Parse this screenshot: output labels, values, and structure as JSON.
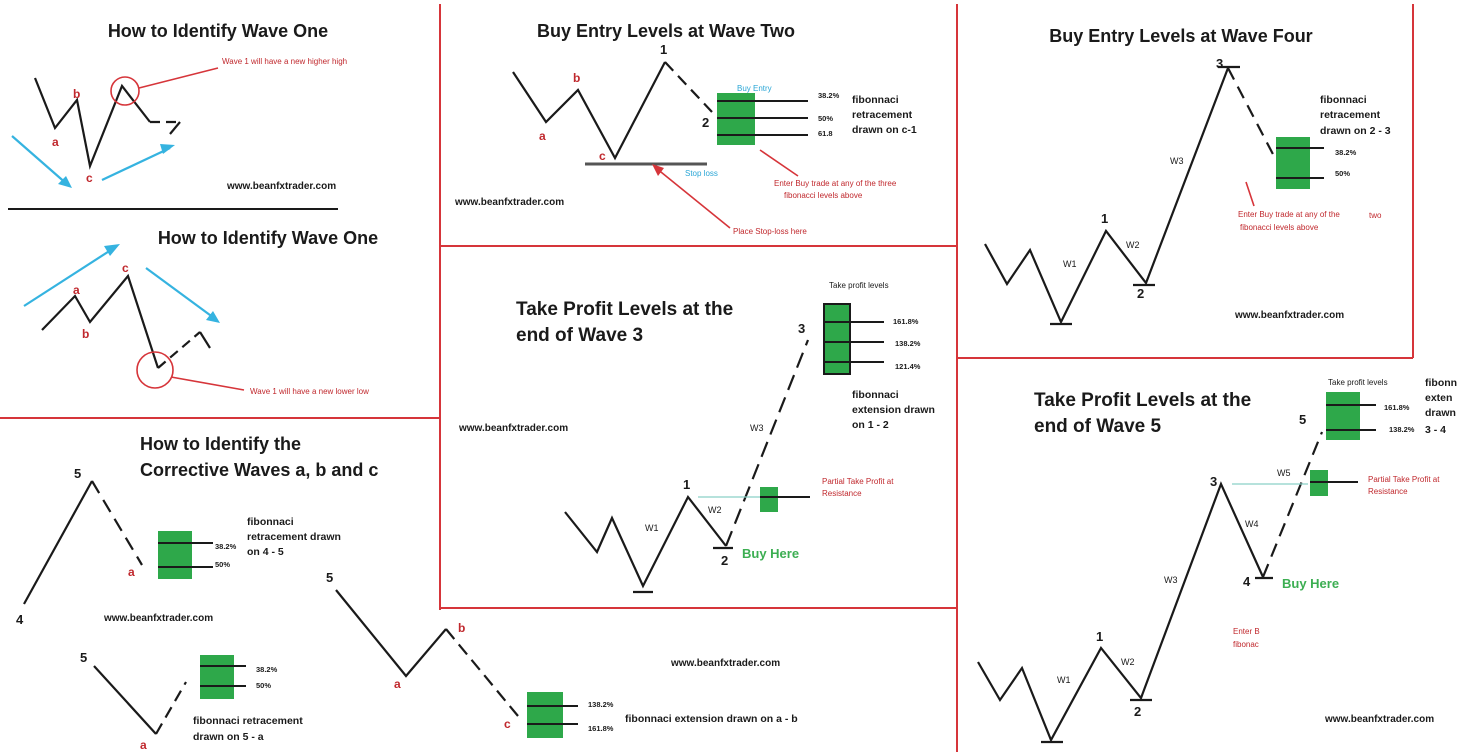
{
  "colors": {
    "frame": "#d6353a",
    "arrow": "#35b3e0",
    "box": "#2ea84a",
    "note": "#c0282d",
    "buy": "#3cae52"
  },
  "site": "www.beanfxtrader.com",
  "p1": {
    "title": "How to Identify Wave One",
    "a": "a",
    "b": "b",
    "c": "c",
    "note": "Wave 1 will have a new higher high"
  },
  "p2": {
    "title": "How to Identify Wave One",
    "a": "a",
    "b": "b",
    "c": "c",
    "note": "Wave 1 will have a new lower low"
  },
  "p3": {
    "title_line1": "How to Identify the",
    "title_line2": "Corrective Waves a, b and c",
    "d1": {
      "l5": "5",
      "l4": "4",
      "la": "a",
      "lv1": "38.2%",
      "lv2": "50%",
      "desc": [
        "fibonnaci",
        "retracement drawn",
        "on 4 - 5"
      ]
    },
    "d2": {
      "l5": "5",
      "la": "a",
      "lv1": "38.2%",
      "lv2": "50%",
      "desc": [
        "fibonnaci retracement",
        "drawn on 5 - a"
      ]
    }
  },
  "p4": {
    "title": "Buy Entry Levels at Wave Two",
    "a": "a",
    "b": "b",
    "c": "c",
    "l1": "1",
    "l2": "2",
    "buy_entry": "Buy Entry",
    "lv": [
      "38.2%",
      "50%",
      "61.8"
    ],
    "desc": [
      "fibonnaci",
      "retracement",
      "drawn on c-1"
    ],
    "stop_loss": "Stop loss",
    "note_enter": [
      "Enter Buy trade at any of the three",
      "fibonacci levels above"
    ],
    "note_stop": "Place Stop-loss here"
  },
  "p5": {
    "title_line1": "Take Profit Levels at the",
    "title_line2": "end of Wave 3",
    "tp_levels": "Take profit levels",
    "lv": [
      "161.8%",
      "138.2%",
      "121.4%"
    ],
    "desc": [
      "fibonnaci",
      "extension drawn",
      "on 1 - 2"
    ],
    "w1": "W1",
    "w2": "W2",
    "w3": "W3",
    "l1": "1",
    "l2": "2",
    "l3": "3",
    "partial": [
      "Partial Take Profit at",
      "Resistance"
    ],
    "buy_here": "Buy Here"
  },
  "p6": {
    "l5": "5",
    "la": "a",
    "lb": "b",
    "lc": "c",
    "lv": [
      "138.2%",
      "161.8%"
    ],
    "desc": "fibonnaci extension drawn on a - b"
  },
  "p7": {
    "title": "Buy Entry Levels at Wave Four",
    "w1": "W1",
    "w2": "W2",
    "w3": "W3",
    "l1": "1",
    "l2": "2",
    "l3": "3",
    "desc": [
      "fibonnaci",
      "retracement",
      "drawn on 2 - 3"
    ],
    "lv": [
      "38.2%",
      "50%"
    ],
    "note": [
      "Enter Buy trade at any of the",
      "two",
      "fibonacci levels above"
    ]
  },
  "p8": {
    "title_line1": "Take Profit Levels at the",
    "title_line2": "end of Wave 5",
    "tp_levels": "Take profit levels",
    "desc": [
      "fibonn",
      "exten",
      "drawn",
      "3 - 4"
    ],
    "lv": [
      "161.8%",
      "138.2%"
    ],
    "w1": "W1",
    "w2": "W2",
    "w3": "W3",
    "w4": "W4",
    "w5": "W5",
    "l1": "1",
    "l2": "2",
    "l3": "3",
    "l4": "4",
    "l5": "5",
    "partial": [
      "Partial Take Profit at",
      "Resistance"
    ],
    "buy_here": "Buy Here",
    "enter": [
      "Enter B",
      "fibonac"
    ]
  }
}
